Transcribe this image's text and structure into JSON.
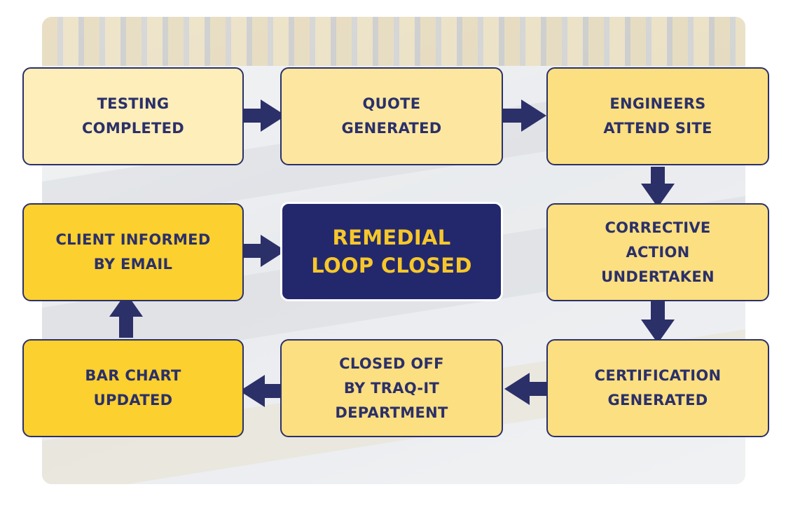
{
  "steps": {
    "testing": "TESTING\nCOMPLETED",
    "quote": "QUOTE\nGENERATED",
    "engineers": "ENGINEERS\nATTEND SITE",
    "corrective": "CORRECTIVE\nACTION\nUNDERTAKEN",
    "certification": "CERTIFICATION\nGENERATED",
    "closed_off": "CLOSED OFF\nBY TRAQ-IT\nDEPARTMENT",
    "bar_chart": "BAR CHART\nUPDATED",
    "client": "CLIENT INFORMED\nBY EMAIL",
    "remedial": "REMEDIAL\nLOOP CLOSED"
  },
  "colors": {
    "navy": "#23286d",
    "border": "#2b3069",
    "gold": "#fbd02f",
    "pale": "#fdeeba"
  }
}
